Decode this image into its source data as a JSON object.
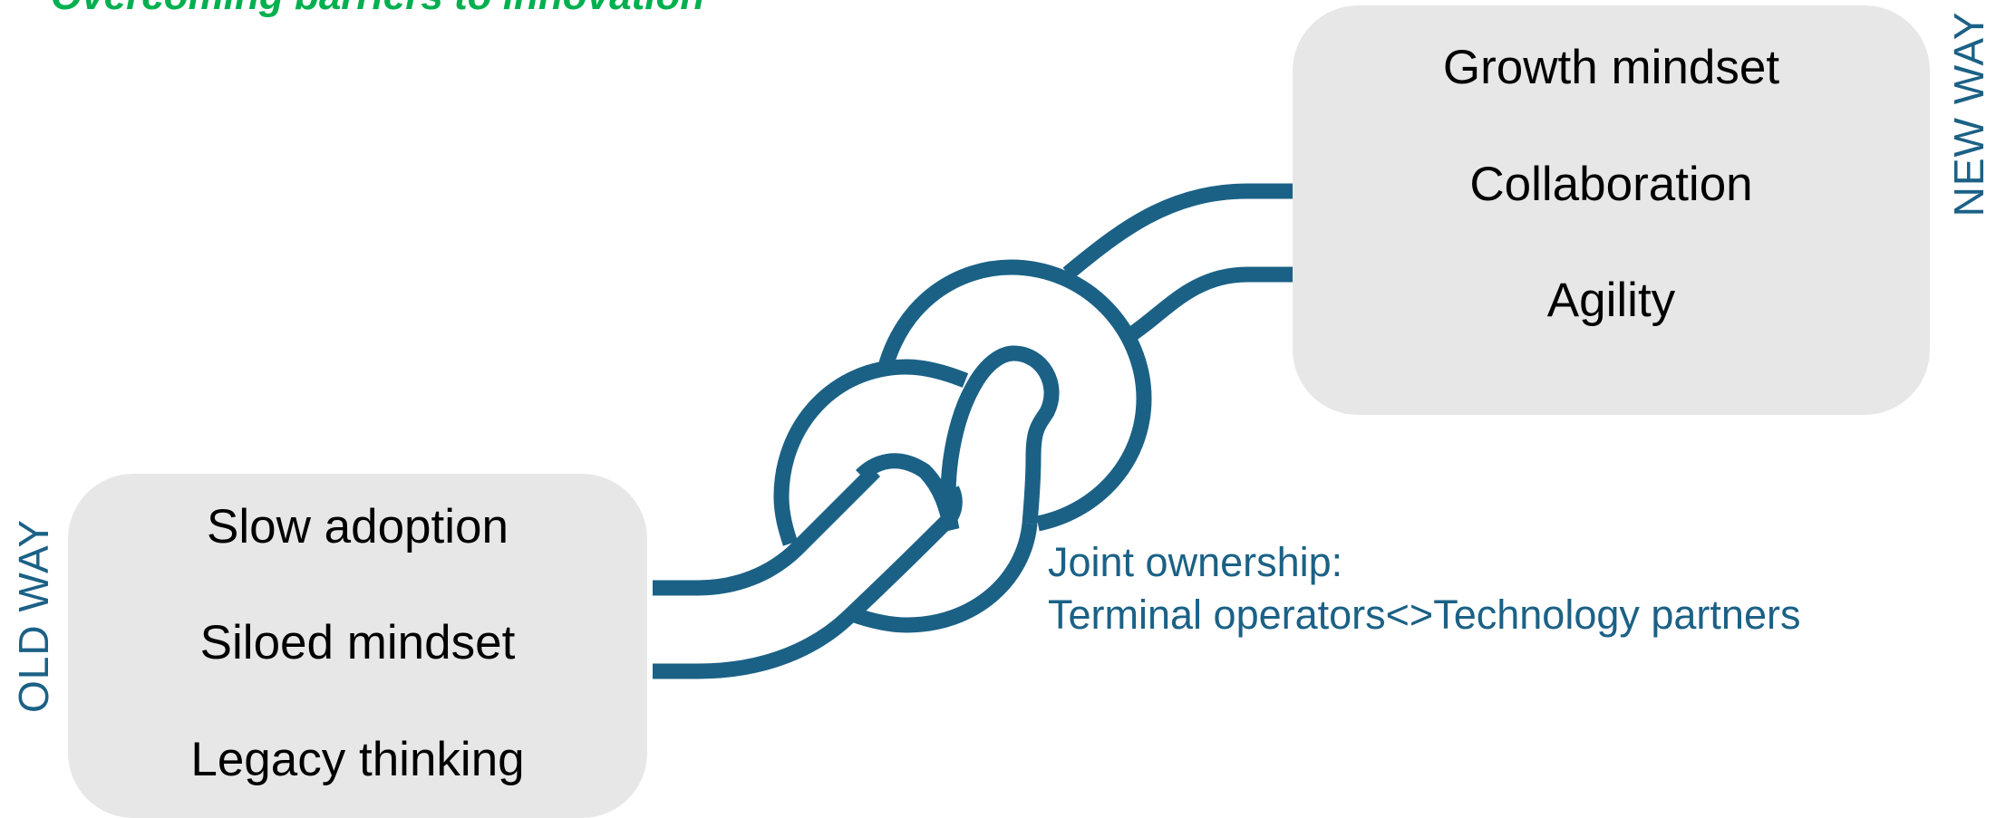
{
  "title": "Overcoming barriers to innovation",
  "old_way": {
    "label": "OLD WAY",
    "items": [
      "Slow adoption",
      "Siloed mindset",
      "Legacy thinking"
    ]
  },
  "new_way": {
    "label": "NEW WAY",
    "items": [
      "Growth mindset",
      "Collaboration",
      "Agility"
    ]
  },
  "annotation": {
    "line1": "Joint ownership:",
    "line2": "Terminal operators<>Technology partners"
  },
  "colors": {
    "title": "#00b04f",
    "rope": "#1b6186",
    "box_fill": "#e7e7e7",
    "label": "#1b6186"
  }
}
